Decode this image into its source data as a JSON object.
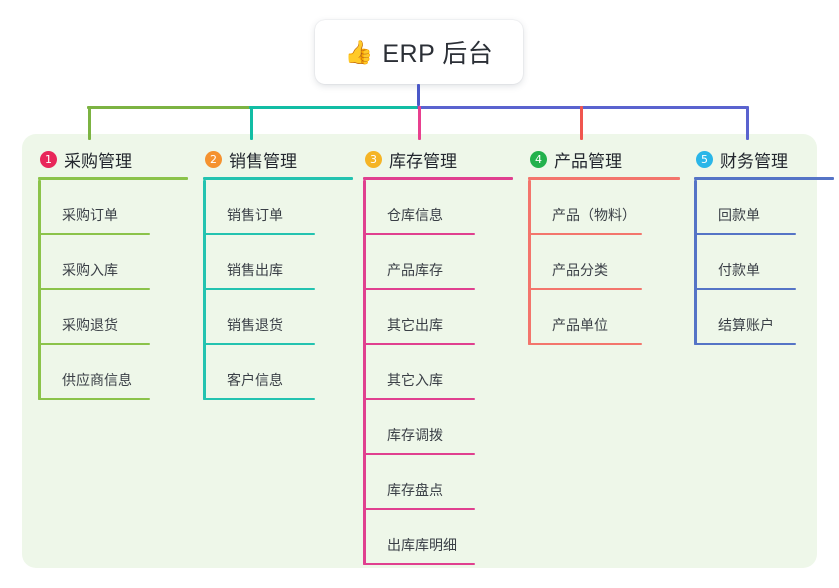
{
  "root": {
    "icon": "thumbs-up-icon",
    "emoji": "👍",
    "title": "ERP 后台",
    "stem_color": "#4a58c8"
  },
  "bus": {
    "segments": [
      {
        "name": "bus-segment-green",
        "color": "#7cb342"
      },
      {
        "name": "bus-segment-teal",
        "color": "#12bda4"
      },
      {
        "name": "bus-segment-blue",
        "color": "#5a63cf"
      }
    ]
  },
  "columns": [
    {
      "number": "1",
      "title": "采购管理",
      "badge_color": "#e8275a",
      "line_color": "#8bc34a",
      "stub_color": "#7cb342",
      "items": [
        {
          "label": "采购订单"
        },
        {
          "label": "采购入库"
        },
        {
          "label": "采购退货"
        },
        {
          "label": "供应商信息"
        }
      ]
    },
    {
      "number": "2",
      "title": "销售管理",
      "badge_color": "#f5922f",
      "line_color": "#23c3b0",
      "stub_color": "#12bda4",
      "items": [
        {
          "label": "销售订单"
        },
        {
          "label": "销售出库"
        },
        {
          "label": "销售退货"
        },
        {
          "label": "客户信息"
        }
      ]
    },
    {
      "number": "3",
      "title": "库存管理",
      "badge_color": "#f5b425",
      "line_color": "#e0408f",
      "stub_color": "#e8408f",
      "items": [
        {
          "label": "仓库信息"
        },
        {
          "label": "产品库存"
        },
        {
          "label": "其它出库"
        },
        {
          "label": "其它入库"
        },
        {
          "label": "库存调拨"
        },
        {
          "label": "库存盘点"
        },
        {
          "label": "出库库明细"
        }
      ]
    },
    {
      "number": "4",
      "title": "产品管理",
      "badge_color": "#22b14c",
      "line_color": "#f3756c",
      "stub_color": "#f0564f",
      "items": [
        {
          "label": "产品（物料）"
        },
        {
          "label": "产品分类"
        },
        {
          "label": "产品单位"
        }
      ]
    },
    {
      "number": "5",
      "title": "财务管理",
      "badge_color": "#2ab6e8",
      "line_color": "#5574c6",
      "stub_color": "#5a63cf",
      "items": [
        {
          "label": "回款单"
        },
        {
          "label": "付款单"
        },
        {
          "label": "结算账户"
        }
      ]
    }
  ]
}
